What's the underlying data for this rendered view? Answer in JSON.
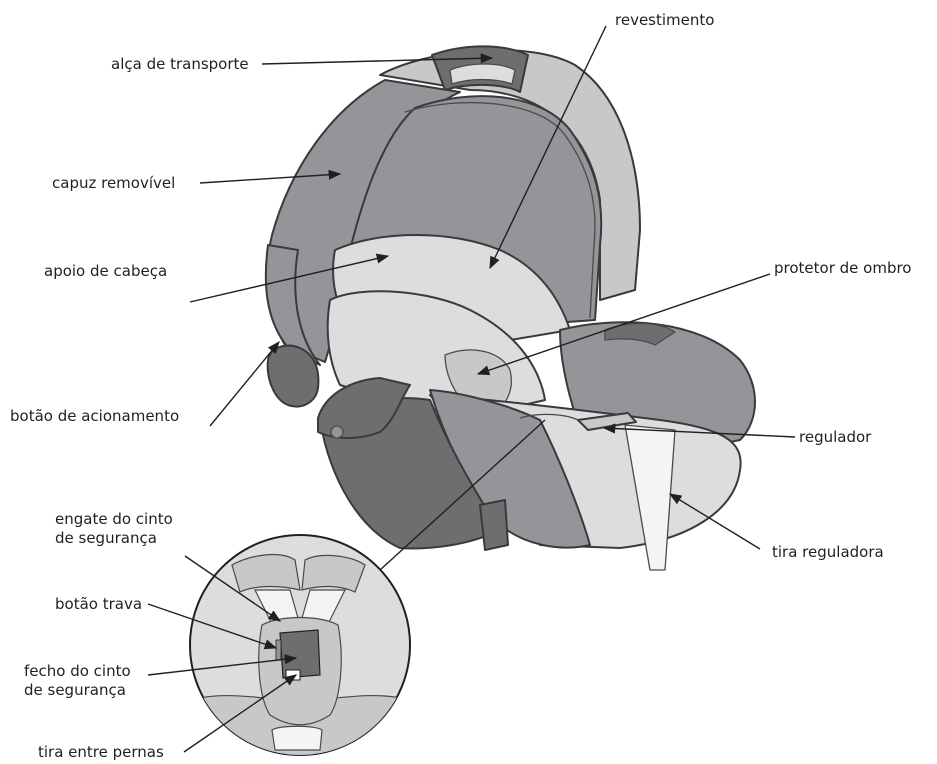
{
  "labels": {
    "alca_transporte": "alça de transporte",
    "revestimento": "revestimento",
    "capuz_removivel": "capuz removível",
    "apoio_cabeca": "apoio de cabeça",
    "protetor_ombro": "protetor de ombro",
    "botao_acionamento": "botão de acionamento",
    "regulador": "regulador",
    "engate_cinto_l1": "engate do cinto",
    "engate_cinto_l2": "de segurança",
    "tira_reguladora": "tira reguladora",
    "botao_trava": "botão trava",
    "fecho_cinto_l1": "fecho do cinto",
    "fecho_cinto_l2": "de segurança",
    "tira_entre_pernas": "tira entre pernas"
  },
  "colors": {
    "shell_dark": "#6d6e70",
    "hood_mid": "#939598",
    "fabric_light": "#c7c8ca",
    "fabric_pale": "#dcdddf",
    "strap": "#f4f4f4",
    "line": "#231f20"
  }
}
